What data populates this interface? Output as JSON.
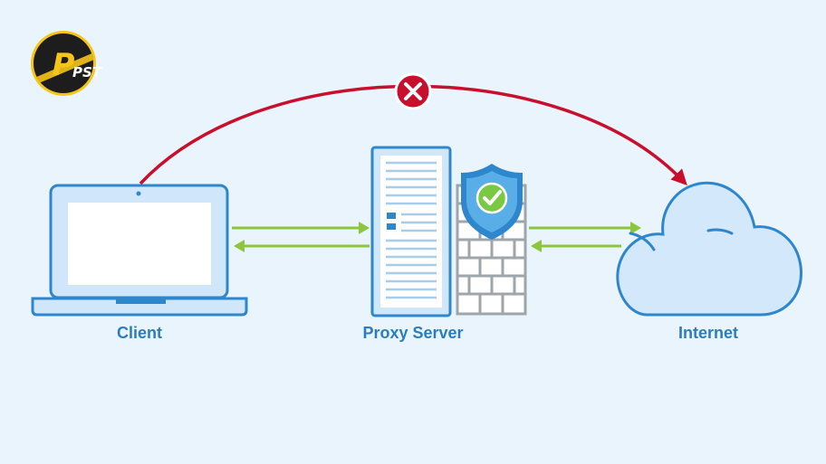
{
  "diagram": {
    "nodes": [
      {
        "id": "client",
        "label": "Client"
      },
      {
        "id": "proxy",
        "label": "Proxy Server"
      },
      {
        "id": "internet",
        "label": "Internet"
      }
    ]
  },
  "logo": {
    "text": "PST"
  },
  "colors": {
    "background": "#e9f4fd",
    "outline": "#2e86cc",
    "label": "#2b7dbd",
    "arrow_green": "#8cc63f",
    "blocked_red": "#c8102e",
    "shield_green": "#7ac943",
    "brick": "#9ea5ab"
  },
  "icons": {
    "client": "laptop-icon",
    "proxy": "server-tower-icon",
    "firewall": "brick-wall-icon",
    "security": "shield-check-icon",
    "internet": "cloud-icon",
    "blocked": "x-circle-icon"
  }
}
